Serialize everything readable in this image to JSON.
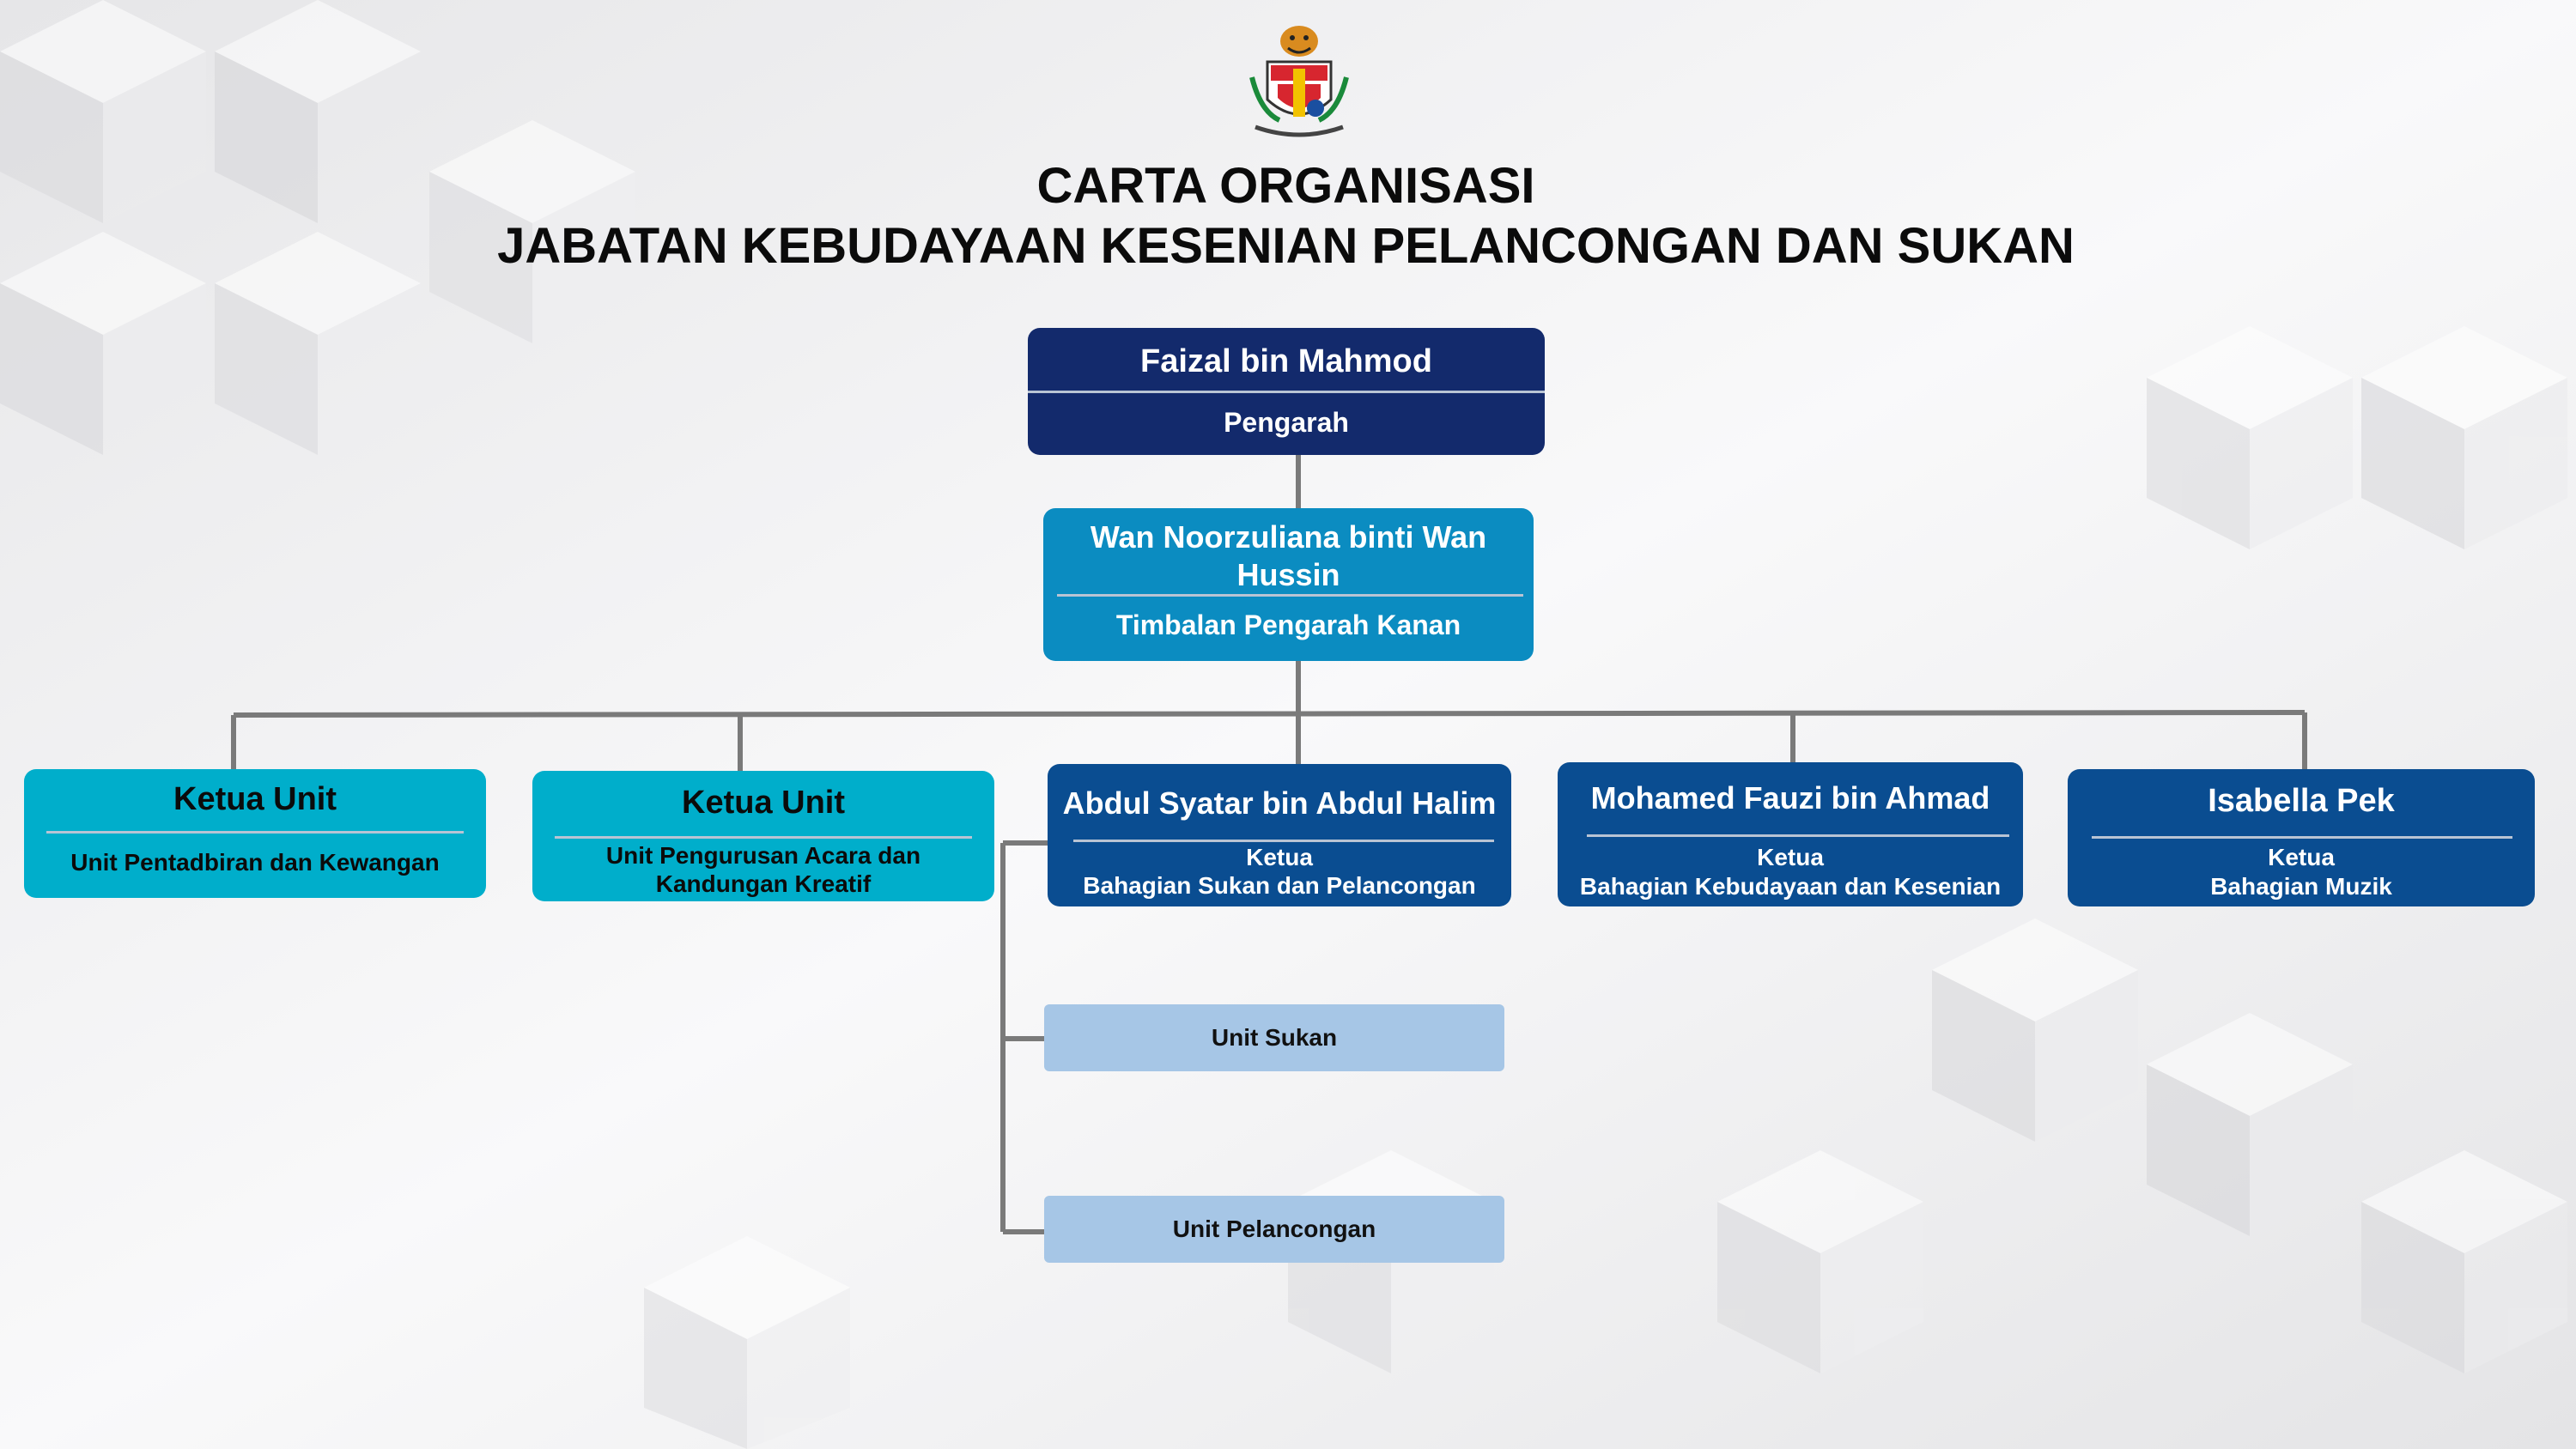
{
  "header": {
    "title": "CARTA ORGANISASI",
    "subtitle": "JABATAN KEBUDAYAAN KESENIAN PELANCONGAN DAN SUKAN"
  },
  "logo": {
    "icon": "tiger-crest-icon",
    "colors": [
      "#d7262f",
      "#f2c200",
      "#1a4fa0"
    ]
  },
  "org": {
    "director": {
      "name": "Faizal bin Mahmod",
      "role": "Pengarah"
    },
    "deputy": {
      "name_line1": "Wan Noorzuliana binti Wan",
      "name_line2": "Hussin",
      "role": "Timbalan Pengarah Kanan"
    },
    "units": [
      {
        "name": "Ketua Unit",
        "role_line1": "Unit Pentadbiran dan Kewangan",
        "role_line2": ""
      },
      {
        "name": "Ketua Unit",
        "role_line1": "Unit Pengurusan Acara dan",
        "role_line2": "Kandungan Kreatif"
      },
      {
        "name": "Abdul Syatar bin Abdul Halim",
        "role_line1": "Ketua",
        "role_line2": "Bahagian Sukan dan Pelancongan"
      },
      {
        "name": "Mohamed Fauzi bin Ahmad",
        "role_line1": "Ketua",
        "role_line2": "Bahagian Kebudayaan dan Kesenian"
      },
      {
        "name": "Isabella Pek",
        "role_line1": "Ketua",
        "role_line2": "Bahagian Muzik"
      }
    ],
    "subunits": [
      "Unit Sukan",
      "Unit Pelancongan"
    ]
  },
  "colors": {
    "director": "#132a6c",
    "deputy": "#0b8cc1",
    "division": "#0a4d91",
    "unit": "#00aecb",
    "subunit": "#a6c6e6",
    "connector": "#7a7a7a"
  }
}
